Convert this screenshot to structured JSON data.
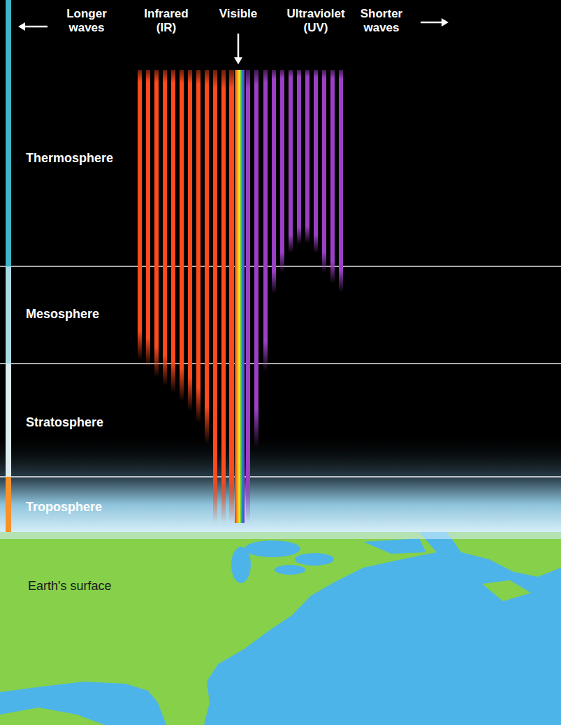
{
  "diagram": {
    "nodes": [
      {
        "text": [
          "Thermosphere"
        ]
      },
      {
        "text": [
          "Mesosphere"
        ]
      },
      {
        "text": [
          "Stratosphere"
        ]
      },
      {
        "text": [
          "Troposphere"
        ]
      },
      {
        "text": [
          "Earth's surface"
        ]
      }
    ],
    "labels": [
      "Longer waves",
      "Infrared (IR)",
      "Visible",
      "Ultraviolet (UV)",
      "Shorter waves"
    ]
  }
}
